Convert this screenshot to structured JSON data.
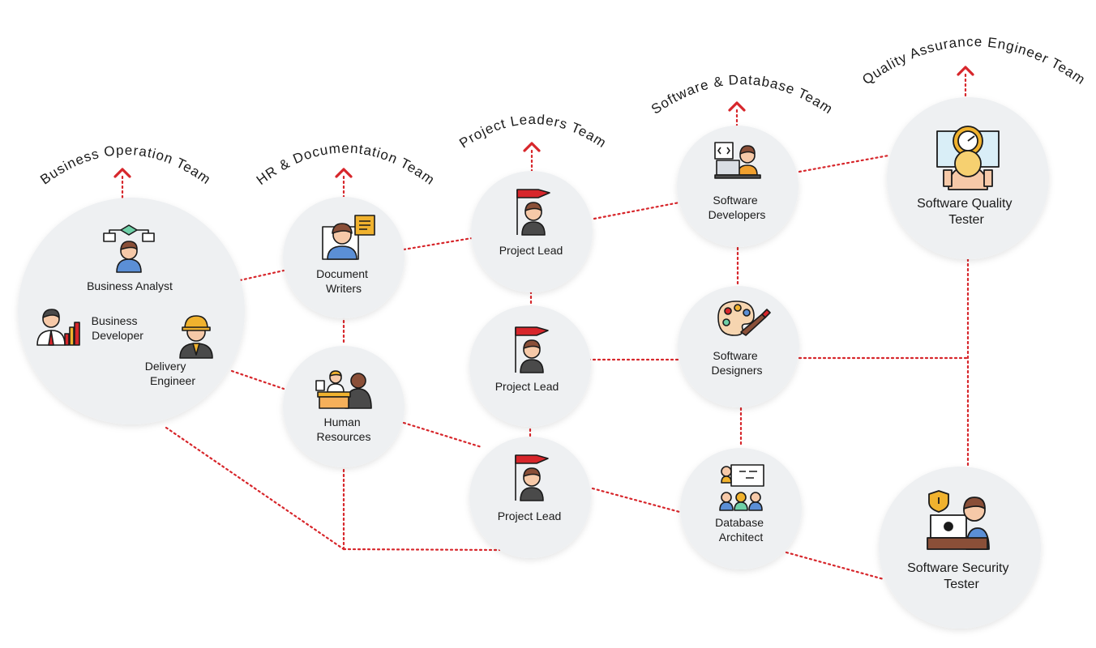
{
  "teams": [
    {
      "id": "business",
      "title": "Business Operation Team"
    },
    {
      "id": "hr",
      "title": "HR & Documentation Team"
    },
    {
      "id": "pl",
      "title": "Project Leaders Team"
    },
    {
      "id": "sw",
      "title": "Software & Database Team"
    },
    {
      "id": "qa",
      "title": "Quality Assurance Engineer Team"
    }
  ],
  "nodes": {
    "business": {
      "business_analyst": "Business Analyst",
      "business_developer": [
        "Business",
        "Developer"
      ],
      "delivery_engineer": [
        "Delivery",
        "Engineer"
      ]
    },
    "document_writers": [
      "Document",
      "Writers"
    ],
    "human_resources": [
      "Human",
      "Resources"
    ],
    "project_lead_1": "Project Lead",
    "project_lead_2": "Project Lead",
    "project_lead_3": "Project Lead",
    "software_developers": [
      "Software",
      "Developers"
    ],
    "software_designers": [
      "Software",
      "Designers"
    ],
    "database_architect": [
      "Database",
      "Architect"
    ],
    "software_quality_tester": [
      "Software Quality",
      "Tester"
    ],
    "software_security_tester": [
      "Software Security",
      "Tester"
    ]
  },
  "colors": {
    "accent": "#d7262b",
    "circle": "#eef0f2",
    "skin": "#f6c9a8",
    "hair": "#8a4f38",
    "shirt": "#5b8fd6",
    "outline": "#1a1a1a"
  },
  "icons": [
    "flowchart-person-icon",
    "business-chart-person-icon",
    "hardhat-engineer-icon",
    "writer-person-icon",
    "hr-meeting-icon",
    "flag-person-icon",
    "developer-laptop-icon",
    "palette-brush-icon",
    "database-team-board-icon",
    "gear-gauge-tester-icon",
    "security-tester-laptop-icon"
  ]
}
